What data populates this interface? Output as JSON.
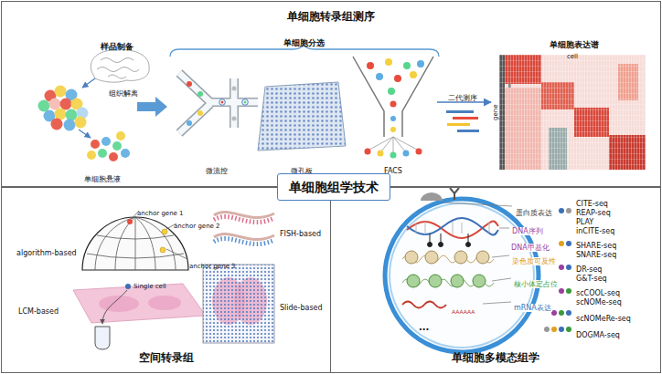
{
  "diagram": {
    "nodes": [
      {
        "text": [
          "单细胞转录组测序"
        ]
      },
      {
        "text": [
          "单细胞组学技术"
        ]
      },
      {
        "text": [
          "空间转录组"
        ]
      },
      {
        "text": [
          "单细胞多模态组学"
        ]
      }
    ],
    "labels": [
      "样品制备",
      "组织解离",
      "单细胞悬液",
      "单细胞分选",
      "微流控",
      "微孔板",
      "FACS",
      "二代测序",
      "单细胞表达谱",
      "cell",
      "gene",
      "anchor gene 1",
      "anchor gene 2",
      "anchor gene 3",
      "algorithm-based",
      "FISH-based",
      "Single cell",
      "LCM-based",
      "Slide-based",
      "蛋白质表达",
      "DNA序列 DNA甲基化",
      "染色质可及性",
      "核小体定占位",
      "mRNA表达",
      "AAAAAA",
      "...",
      "CITE-seq",
      "REAP-seq",
      "PLAY",
      "inCITE-seq",
      "SHARE-seq",
      "SNARE-seq",
      "DR-seq",
      "G&T-seq",
      "scCOOL-seq",
      "scNOMe-seq",
      "scNOMeRe-seq",
      "DOGMA-seq"
    ]
  }
}
